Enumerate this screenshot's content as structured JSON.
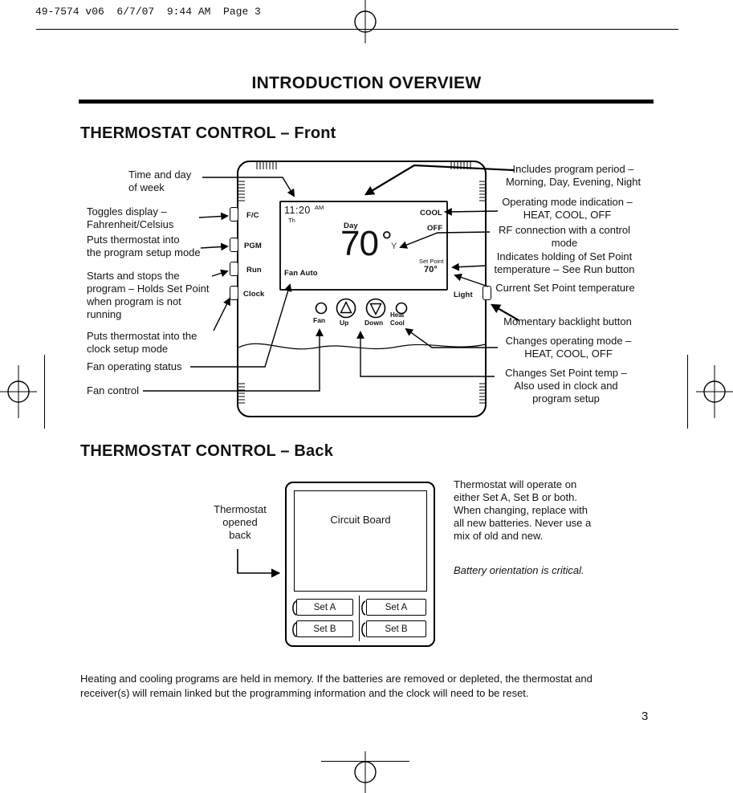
{
  "print_header": "49-7574 v06  6/7/07  9:44 AM  Page 3",
  "title": "INTRODUCTION OVERVIEW",
  "page_number": "3",
  "footer_note": "Heating and cooling programs are held in memory. If the batteries are removed or depleted, the thermostat and receiver(s) will remain linked but the programming information and the clock will need to be reset.",
  "front": {
    "heading": "THERMOSTAT CONTROL – Front",
    "labels_left": [
      "Time and day\nof week",
      "Toggles display –\nFahrenheit/Celsius",
      "Puts thermostat into\nthe program setup mode",
      "Starts and stops the\nprogram – Holds Set Point\nwhen program is not\nrunning",
      "Puts thermostat into the\nclock setup mode",
      "Fan operating status",
      "Fan control"
    ],
    "labels_right": [
      "Includes program period –\nMorning, Day, Evening, Night",
      "Operating mode indication –\nHEAT, COOL, OFF",
      "RF connection with a control\nmode",
      "Indicates holding of Set Point\ntemperature – See Run button",
      "Current Set Point temperature",
      "Momentary backlight button",
      "Changes operating mode –\nHEAT, COOL, OFF",
      "Changes Set Point temp –\nAlso used in clock and\nprogram setup"
    ],
    "thermostat": {
      "time": "11:20",
      "meridiem": "AM",
      "weekday": "Th",
      "period": "Day",
      "temperature": "70",
      "degree": "°",
      "rf_symbol": "Y",
      "mode_cool": "COOL",
      "mode_off": "OFF",
      "fan_status": "Fan Auto",
      "setpoint_label": "Set Point",
      "setpoint_value": "70°",
      "side_buttons": [
        "F/C",
        "PGM",
        "Run",
        "Clock"
      ],
      "light_label": "Light",
      "bottom_labels": [
        "Fan",
        "Up",
        "Down",
        "Heat\nCool"
      ]
    }
  },
  "back": {
    "heading": "THERMOSTAT CONTROL – Back",
    "opened_label": "Thermostat\nopened\nback",
    "circuit_board_label": "Circuit Board",
    "battery_slots": [
      "Set A",
      "Set B",
      "Set A",
      "Set B"
    ],
    "note": "Thermostat will operate on either Set A, Set B or both. When changing, replace with all new batteries. Never use a mix of old and new.",
    "note_emphasis": "Battery orientation is critical."
  }
}
